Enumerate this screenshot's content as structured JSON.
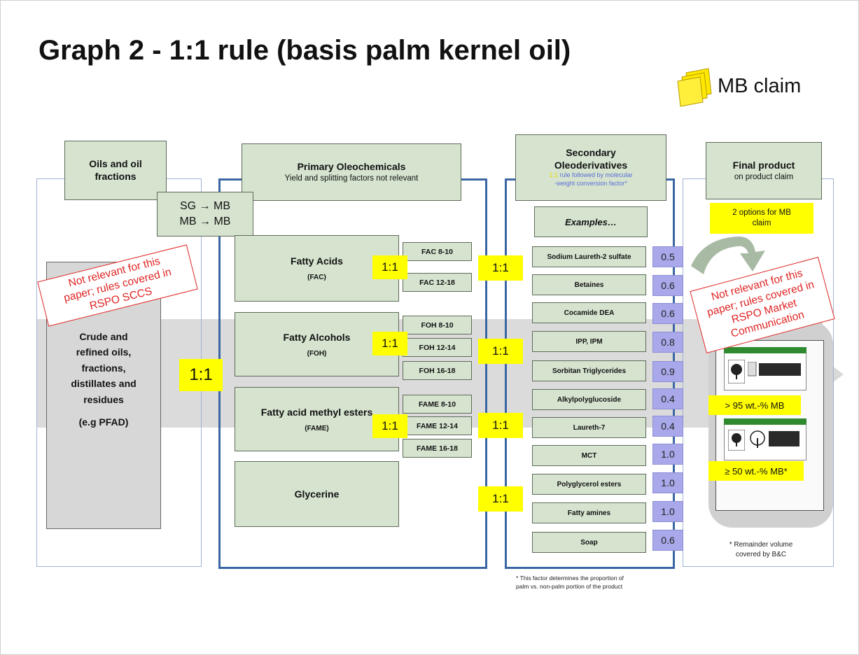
{
  "title": "Graph 2 -  1:1 rule (basis palm kernel oil)",
  "mb_claim": "MB claim",
  "columns": {
    "oils": {
      "title_line1": "Oils and oil",
      "title_line2": "fractions"
    },
    "primary": {
      "title": "Primary Oleochemicals",
      "subtitle": "Yield and splitting factors not relevant"
    },
    "secondary": {
      "title_line1": "Secondary",
      "title_line2": "Oleoderivatives",
      "subtitle_highlight": "1:1",
      "subtitle_rest_line1": " rule followed by molecular",
      "subtitle_line2": "-weight conversion factor*"
    },
    "final": {
      "title": "Final  product",
      "subtitle": "on product claim"
    }
  },
  "sg_box": {
    "line1": "SG → MB",
    "line2": "MB → MB"
  },
  "oils_content": {
    "lines": [
      "Crude and",
      "refined oils,",
      "fractions,",
      "distillates and",
      "residues"
    ],
    "example": "(e.g PFAD)"
  },
  "note_left": {
    "line1": "Not relevant for this",
    "line2": "paper; rules covered in",
    "line3": "RSPO SCCS"
  },
  "note_right": {
    "line1": "Not relevant for this",
    "line2": "paper; rules covered in",
    "line3": "RSPO Market",
    "line4": "Communication"
  },
  "ratio": "1:1",
  "primary_groups": [
    {
      "name": "Fatty Acids",
      "code": "(FAC)",
      "subs": [
        "FAC 8-10",
        "FAC 12-18"
      ]
    },
    {
      "name": "Fatty Alcohols",
      "code": "(FOH)",
      "subs": [
        "FOH 8-10",
        "FOH 12-14",
        "FOH 16-18"
      ]
    },
    {
      "name": "Fatty acid methyl esters",
      "code": "(FAME)",
      "subs": [
        "FAME 8-10",
        "FAME 12-14",
        "FAME 16-18"
      ]
    },
    {
      "name": "Glycerine",
      "code": "",
      "subs": []
    }
  ],
  "examples_label": "Examples…",
  "secondary_items": [
    {
      "name": "Sodium Laureth-2 sulfate",
      "factor": "0.5"
    },
    {
      "name": "Betaines",
      "factor": "0.6"
    },
    {
      "name": "Cocamide DEA",
      "factor": "0.6"
    },
    {
      "name": "IPP, IPM",
      "factor": "0.8"
    },
    {
      "name": "Sorbitan Triglycerides",
      "factor": "0.9"
    },
    {
      "name": "Alkylpolyglucoside",
      "factor": "0.4"
    },
    {
      "name": "Laureth-7",
      "factor": "0.4"
    },
    {
      "name": "MCT",
      "factor": "1.0"
    },
    {
      "name": "Polyglycerol esters",
      "factor": "1.0"
    },
    {
      "name": "Fatty amines",
      "factor": "1.0"
    },
    {
      "name": "Soap",
      "factor": "0.6"
    }
  ],
  "final_options": {
    "line1": "2 options for MB",
    "line2": "claim"
  },
  "label_95": "> 95 wt.-% MB",
  "label_50": "≥ 50 wt.-% MB*",
  "remainder_note": {
    "line1": "* Remainder volume",
    "line2": "covered by B&C"
  },
  "factor_note": {
    "line1": "* This factor determines the proportion of",
    "line2": "palm vs. non-palm portion of the product"
  },
  "colors": {
    "green_box": "#d5e3cf",
    "yellow": "#ffff00",
    "factor_box": "#a8a8ea",
    "frame_blue": "#3a66a3",
    "note_red": "#e02424",
    "band_gray": "#d9d9d9",
    "subtitle_blue": "#5b6fd6"
  }
}
